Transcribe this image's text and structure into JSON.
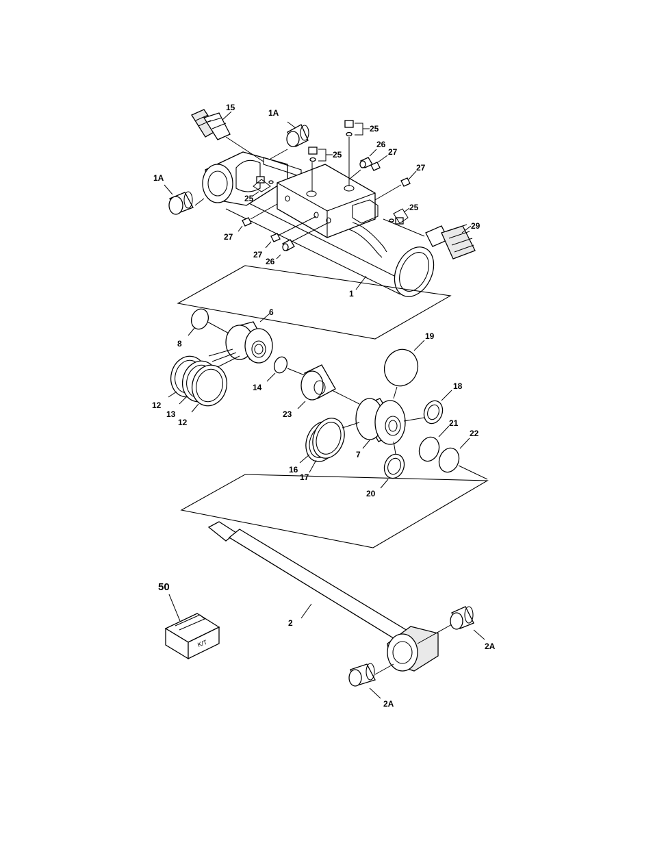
{
  "diagram": {
    "callouts": {
      "c15": "15",
      "c1A_top": "1A",
      "c1A_left": "1A",
      "c25_a": "25",
      "c25_b": "25",
      "c25_c": "25",
      "c25_d": "25",
      "c26_a": "26",
      "c26_b": "26",
      "c27_a": "27",
      "c27_b": "27",
      "c27_c": "27",
      "c27_d": "27",
      "c29": "29",
      "c1": "1",
      "c6": "6",
      "c8": "8",
      "c19": "19",
      "c12_a": "12",
      "c13": "13",
      "c12_b": "12",
      "c14": "14",
      "c23": "23",
      "c18": "18",
      "c21": "21",
      "c22": "22",
      "c16": "16",
      "c17": "17",
      "c7": "7",
      "c20": "20",
      "c50": "50",
      "c2": "2",
      "c2A_right": "2A",
      "c2A_bottom": "2A"
    },
    "kit_box_label": "K/T"
  }
}
